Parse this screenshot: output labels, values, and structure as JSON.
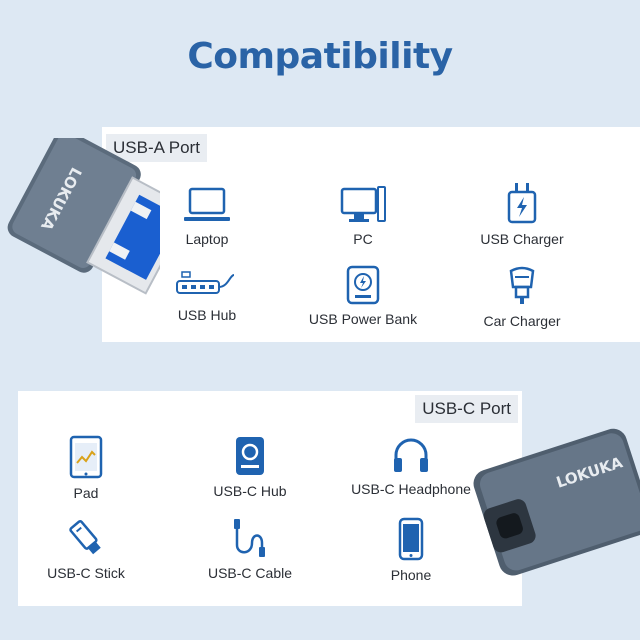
{
  "title": "Compatibility",
  "brand": "LOKUKA",
  "colors": {
    "accent": "#2a63a6",
    "icon": "#1f63b0",
    "background": "#dde8f3"
  },
  "usb_a": {
    "label": "USB-A Port",
    "items": [
      {
        "label": "Laptop",
        "icon": "laptop-icon"
      },
      {
        "label": "PC",
        "icon": "pc-icon"
      },
      {
        "label": "USB Charger",
        "icon": "charger-icon"
      },
      {
        "label": "USB Hub",
        "icon": "hub-icon"
      },
      {
        "label": "USB Power Bank",
        "icon": "power-bank-icon"
      },
      {
        "label": "Car Charger",
        "icon": "car-charger-icon"
      }
    ]
  },
  "usb_c": {
    "label": "USB-C Port",
    "items": [
      {
        "label": "Pad",
        "icon": "tablet-icon"
      },
      {
        "label": "USB-C Hub",
        "icon": "drive-icon"
      },
      {
        "label": "USB-C Headphone",
        "icon": "headphone-icon"
      },
      {
        "label": "USB-C Stick",
        "icon": "usb-stick-icon"
      },
      {
        "label": "USB-C Cable",
        "icon": "cable-icon"
      },
      {
        "label": "Phone",
        "icon": "phone-icon"
      }
    ]
  }
}
